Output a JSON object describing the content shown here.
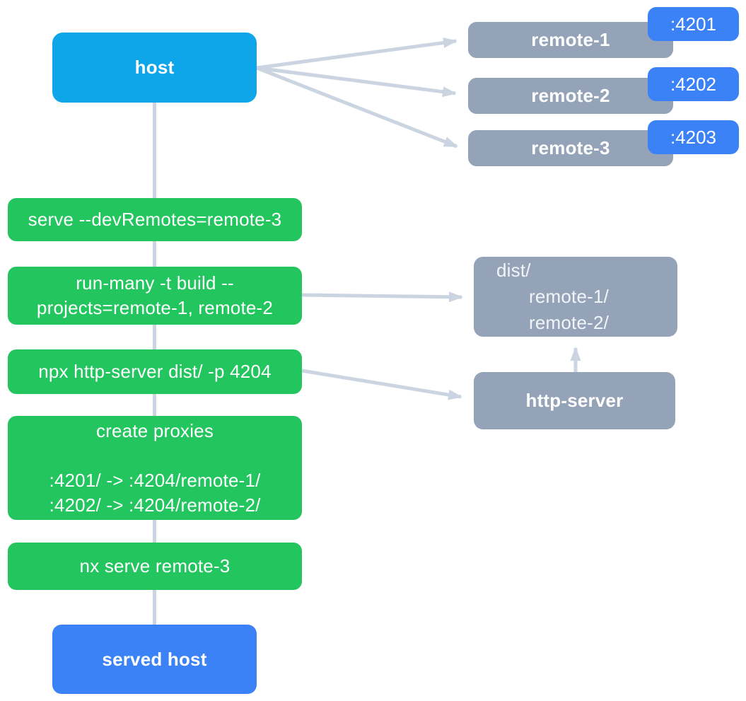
{
  "diagram": {
    "host": {
      "label": "host"
    },
    "served_host": {
      "label": "served host"
    },
    "remotes": [
      {
        "label": "remote-1",
        "port": ":4201"
      },
      {
        "label": "remote-2",
        "port": ":4202"
      },
      {
        "label": "remote-3",
        "port": ":4203"
      }
    ],
    "steps": [
      {
        "lines": [
          "serve --devRemotes=remote-3"
        ]
      },
      {
        "lines": [
          "run-many -t build --",
          "projects=remote-1, remote-2"
        ]
      },
      {
        "lines": [
          "npx http-server dist/ -p 4204"
        ]
      },
      {
        "lines": [
          "create proxies",
          "",
          ":4201/ -> :4204/remote-1/",
          ":4202/ -> :4204/remote-2/"
        ]
      },
      {
        "lines": [
          "nx serve remote-3"
        ]
      }
    ],
    "dist_box": {
      "lines": [
        "dist/",
        "remote-1/",
        "remote-2/"
      ]
    },
    "http_server": {
      "label": "http-server"
    },
    "colors": {
      "host-bg": "#0ea5e9",
      "remote-bg": "#94a3b8",
      "blue": "#3b82f6",
      "step-bg": "#22c55e",
      "connector": "#cbd5e1",
      "text-light": "#ffffff",
      "text-soft": "#f1f5f9"
    }
  }
}
